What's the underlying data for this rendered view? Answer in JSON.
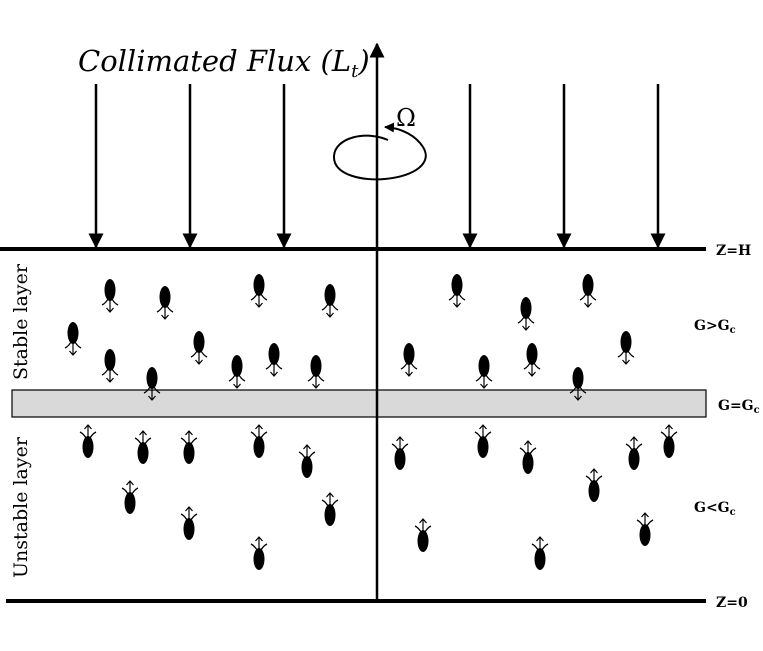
{
  "title": {
    "main": "Collimated Flux (L",
    "sub": "t",
    "close": ")"
  },
  "rotation_symbol": "Ω",
  "left_labels": {
    "stable": "Stable layer",
    "unstable": "Unstable layer"
  },
  "right_labels": {
    "top_boundary": "Z=H",
    "stable": {
      "main": "G>G",
      "sub": "c"
    },
    "critical": {
      "main": "G=G",
      "sub": "c"
    },
    "unstable": {
      "main": "G<G",
      "sub": "c"
    },
    "bottom_boundary": "Z=0"
  },
  "colors": {
    "ink": "#000000",
    "critical_band": "#d9d9d9"
  }
}
